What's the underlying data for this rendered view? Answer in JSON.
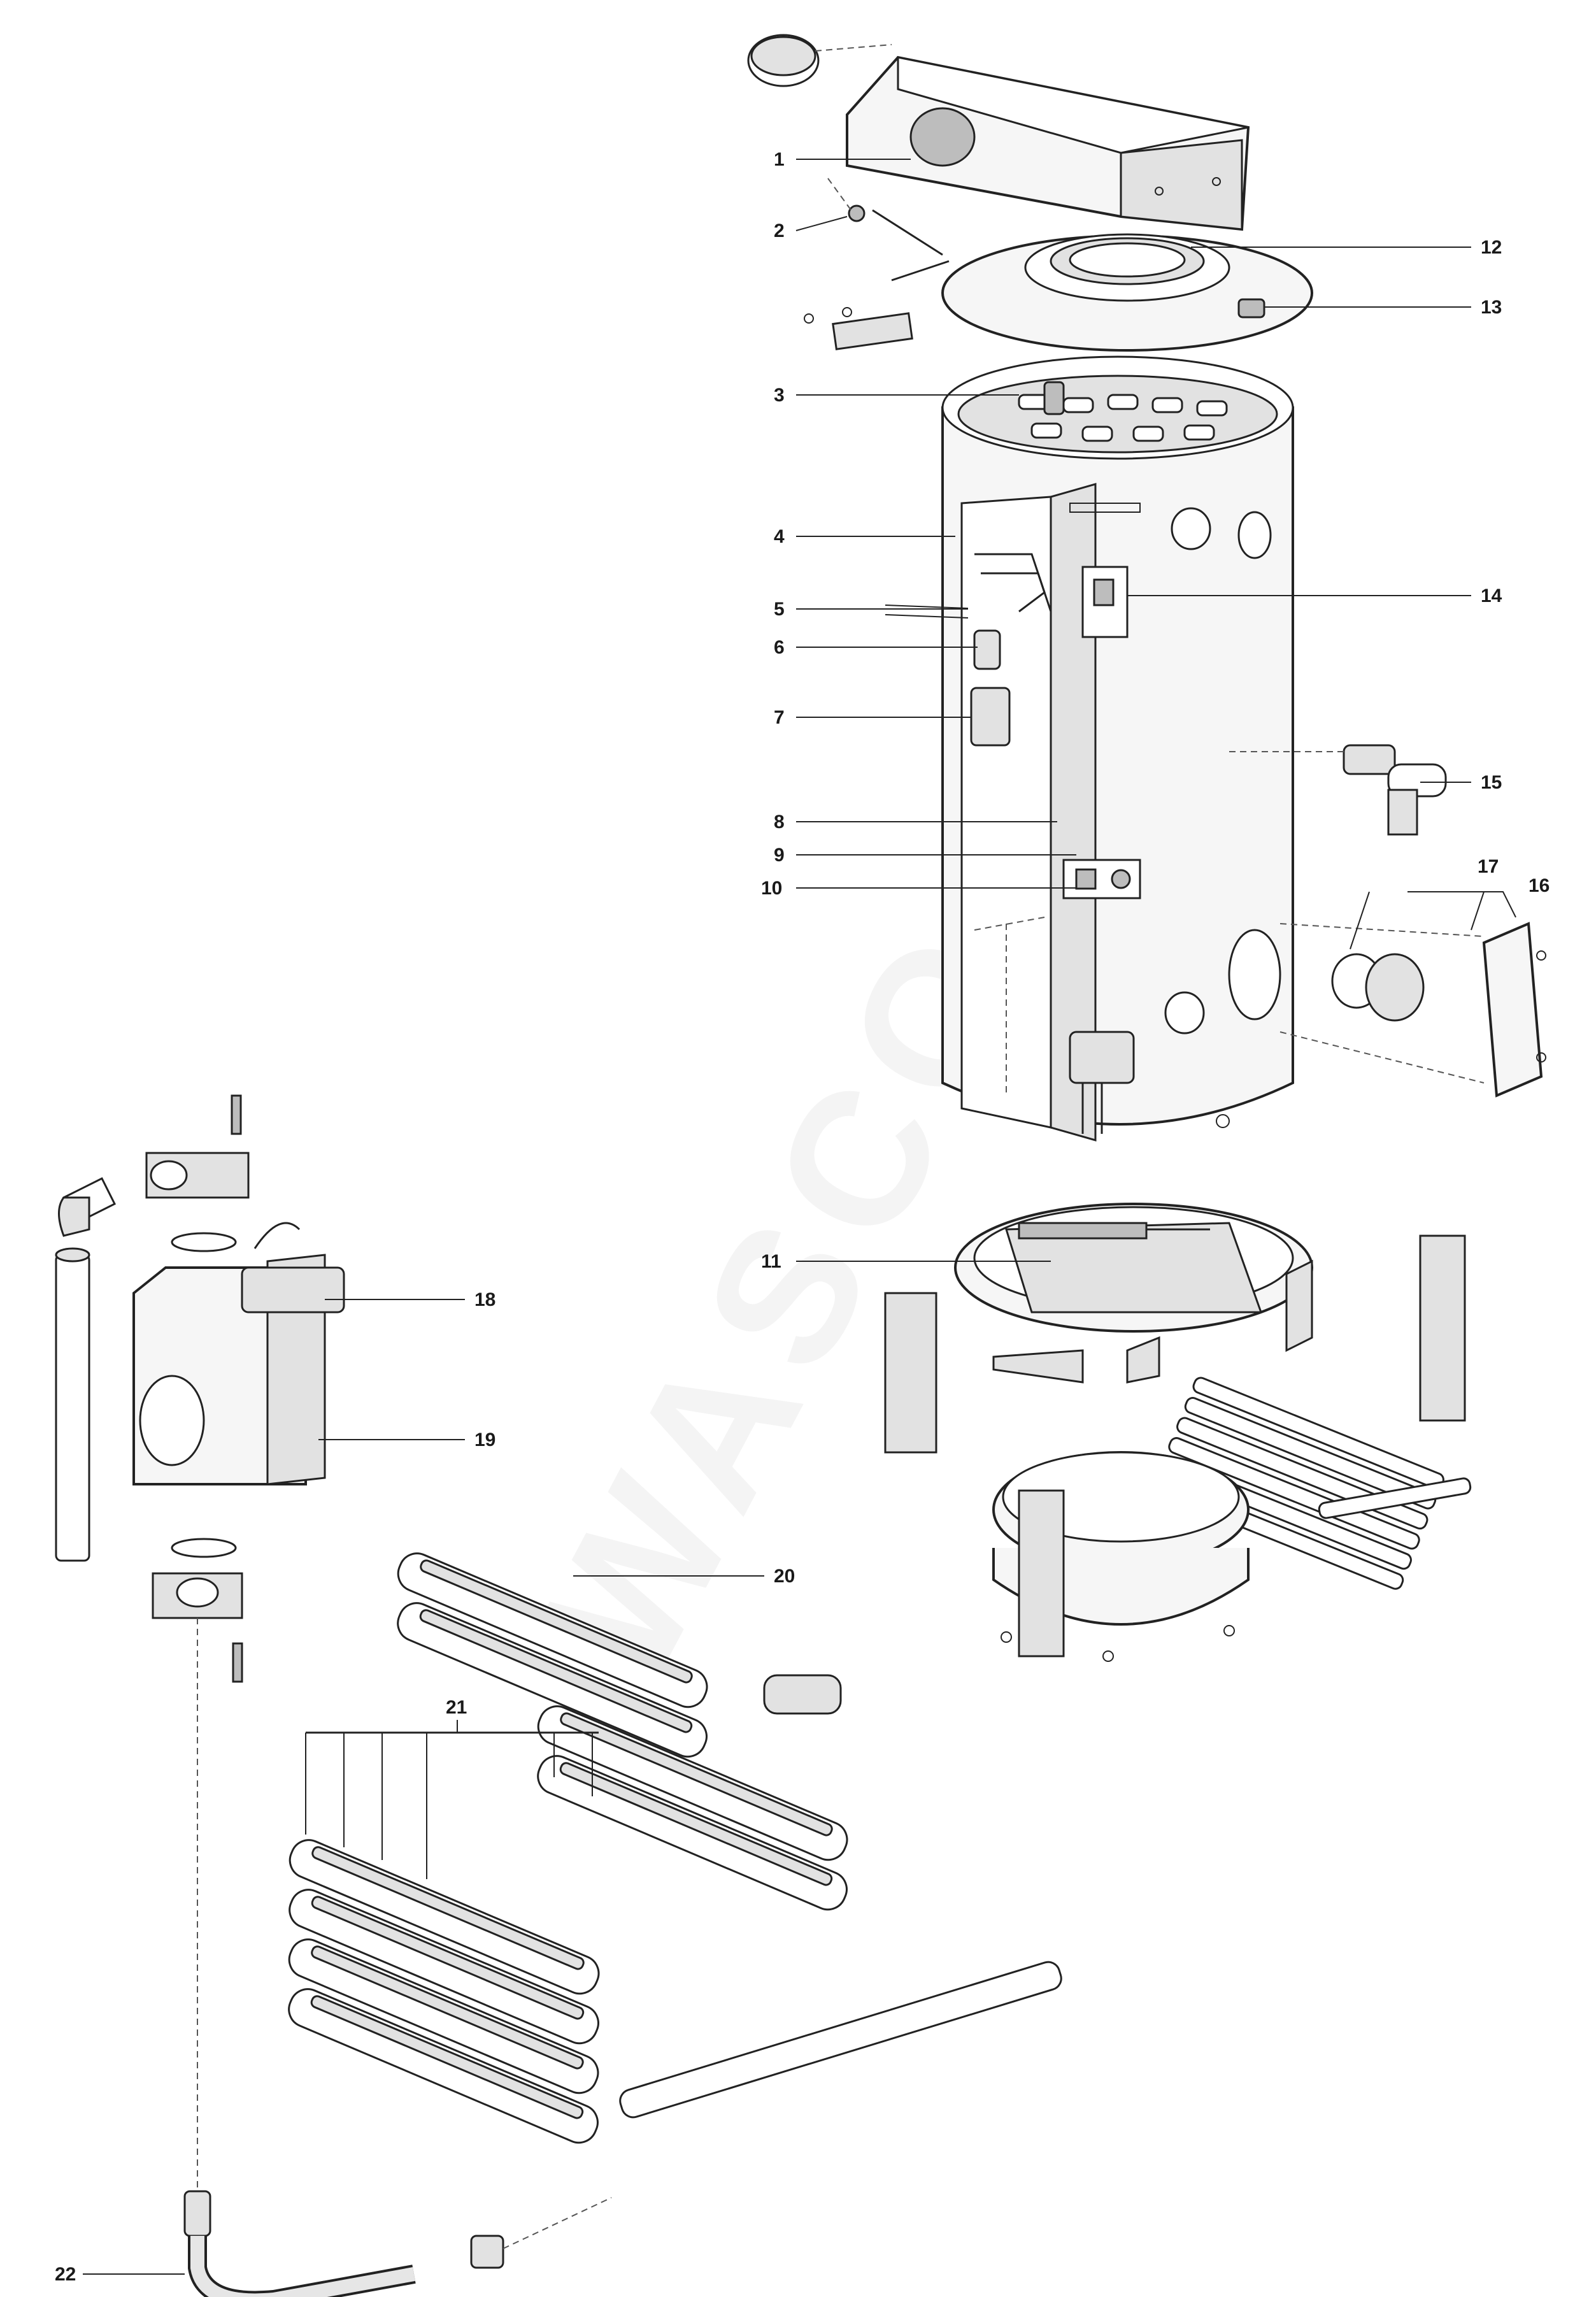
{
  "diagram": {
    "watermark": "WASCO",
    "callouts": [
      {
        "label": "1"
      },
      {
        "label": "2"
      },
      {
        "label": "3"
      },
      {
        "label": "4"
      },
      {
        "label": "5"
      },
      {
        "label": "6"
      },
      {
        "label": "7"
      },
      {
        "label": "8"
      },
      {
        "label": "9"
      },
      {
        "label": "10"
      },
      {
        "label": "11"
      },
      {
        "label": "12"
      },
      {
        "label": "13"
      },
      {
        "label": "14"
      },
      {
        "label": "15"
      },
      {
        "label": "16"
      },
      {
        "label": "17"
      },
      {
        "label": "18"
      },
      {
        "label": "19"
      },
      {
        "label": "20"
      },
      {
        "label": "21"
      },
      {
        "label": "22"
      }
    ]
  }
}
